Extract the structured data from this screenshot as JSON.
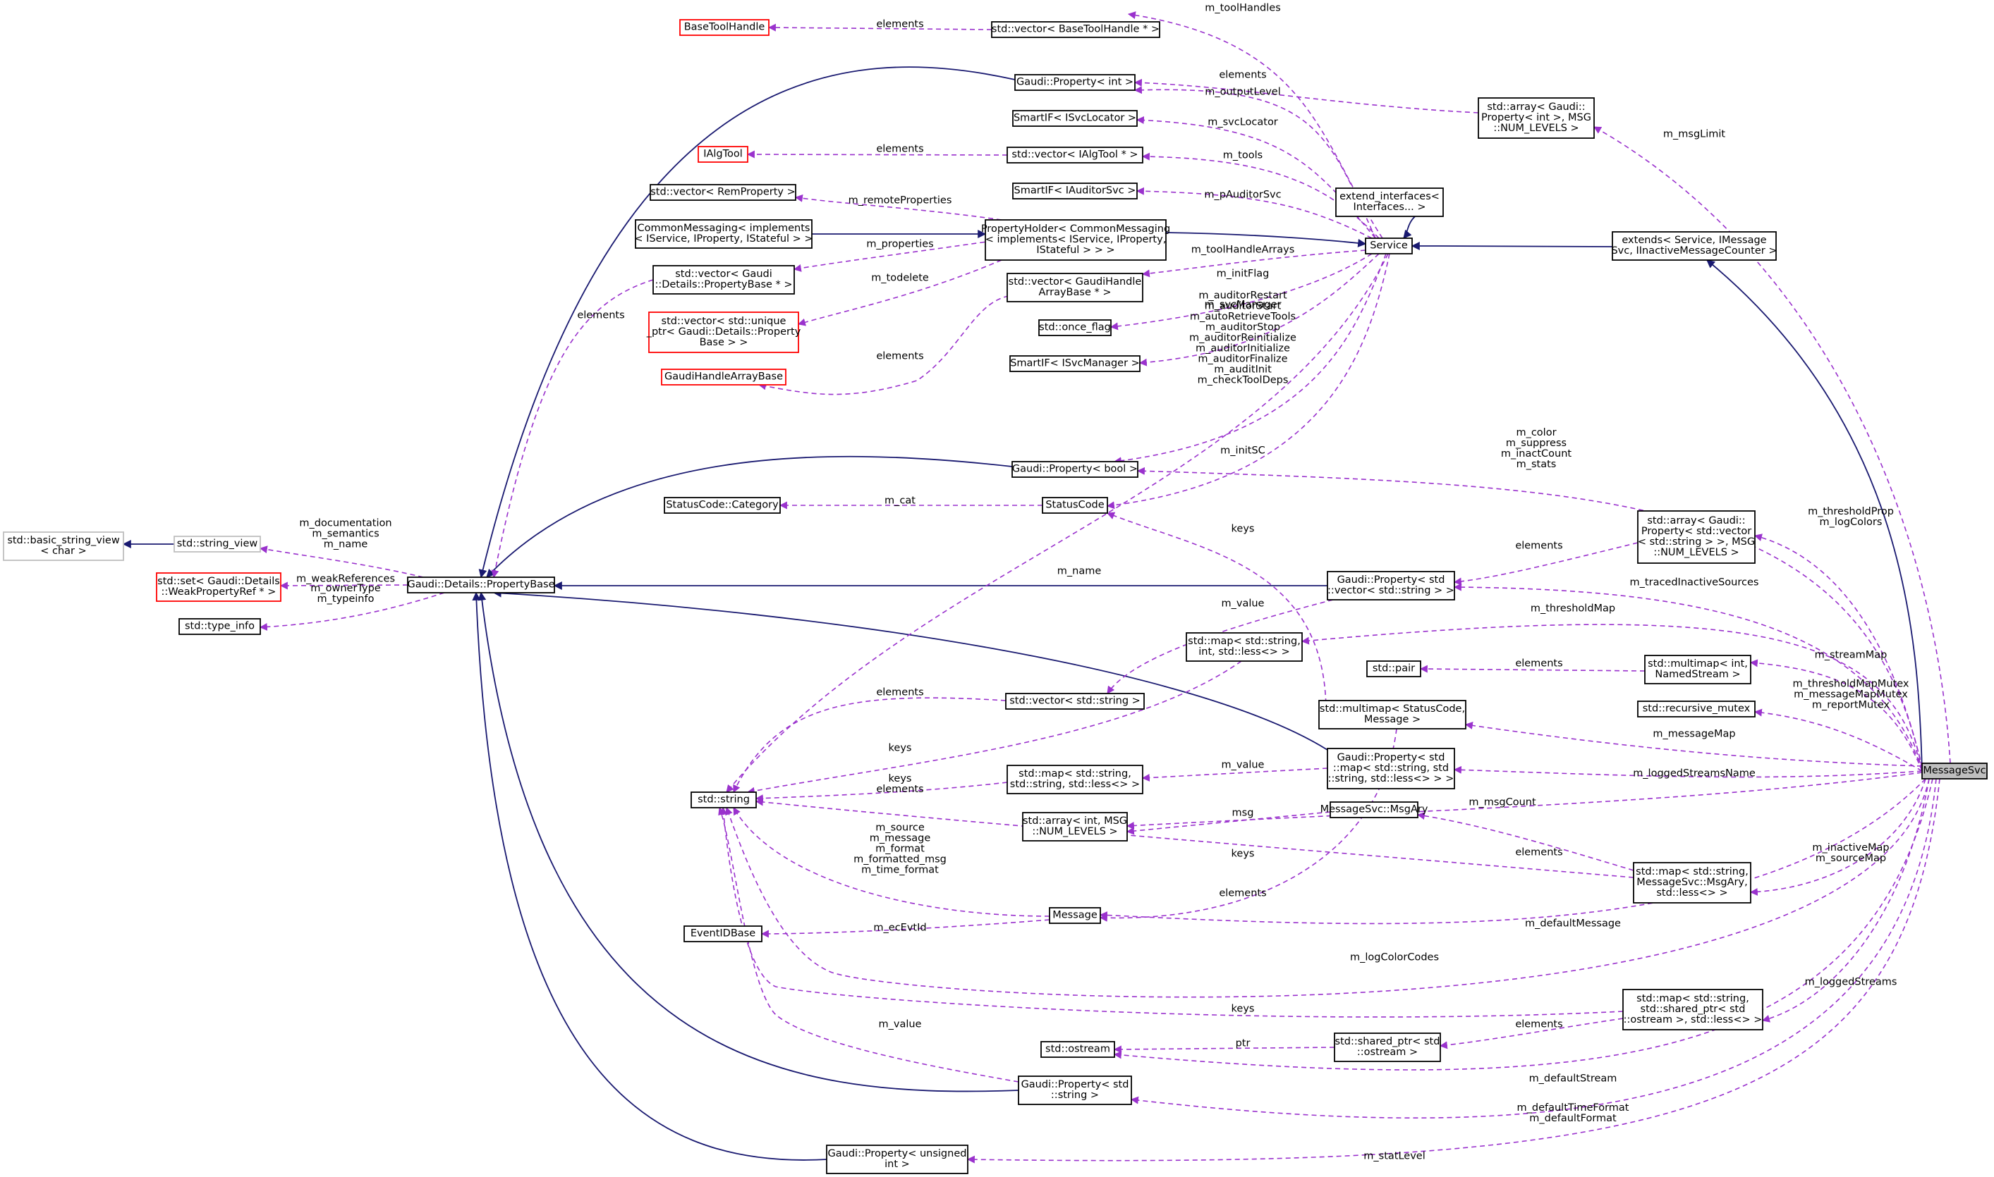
{
  "nodes": [
    {
      "id": "basic_string_view",
      "lines": [
        "std::basic_string_view",
        "< char >"
      ],
      "style": "gray"
    },
    {
      "id": "string_view",
      "lines": [
        "std::string_view"
      ],
      "style": "gray"
    },
    {
      "id": "set_weakref",
      "lines": [
        "std::set< Gaudi::Details",
        "::WeakPropertyRef * >"
      ],
      "style": "red"
    },
    {
      "id": "type_info",
      "lines": [
        "std::type_info"
      ],
      "style": "black"
    },
    {
      "id": "property_base",
      "lines": [
        "Gaudi::Details::PropertyBase"
      ],
      "style": "black"
    },
    {
      "id": "base_tool_handle",
      "lines": [
        "BaseToolHandle"
      ],
      "style": "red"
    },
    {
      "id": "ialg_tool",
      "lines": [
        "IAlgTool"
      ],
      "style": "red"
    },
    {
      "id": "vec_remprop",
      "lines": [
        "std::vector< RemProperty >"
      ],
      "style": "black"
    },
    {
      "id": "common_messaging",
      "lines": [
        "CommonMessaging< implements",
        "< IService, IProperty, IStateful > >"
      ],
      "style": "black"
    },
    {
      "id": "vec_propbase",
      "lines": [
        "std::vector< Gaudi",
        "::Details::PropertyBase * >"
      ],
      "style": "black"
    },
    {
      "id": "vec_unique",
      "lines": [
        "std::vector< std::unique",
        "_ptr< Gaudi::Details::Property",
        "Base > >"
      ],
      "style": "red"
    },
    {
      "id": "gaudi_handle_array_base",
      "lines": [
        "GaudiHandleArrayBase"
      ],
      "style": "red"
    },
    {
      "id": "vec_basetoolhandle",
      "lines": [
        "std::vector< BaseToolHandle * >"
      ],
      "style": "black"
    },
    {
      "id": "prop_int",
      "lines": [
        "Gaudi::Property< int >"
      ],
      "style": "black"
    },
    {
      "id": "smartif_svclocator",
      "lines": [
        "SmartIF< ISvcLocator >"
      ],
      "style": "black"
    },
    {
      "id": "vec_ialgtool",
      "lines": [
        "std::vector< IAlgTool * >"
      ],
      "style": "black"
    },
    {
      "id": "smartif_auditorsvc",
      "lines": [
        "SmartIF< IAuditorSvc >"
      ],
      "style": "black"
    },
    {
      "id": "property_holder",
      "lines": [
        "PropertyHolder< CommonMessaging",
        "< implements< IService, IProperty,",
        "IStateful > > >"
      ],
      "style": "black"
    },
    {
      "id": "vec_gaudihandle",
      "lines": [
        "std::vector< GaudiHandle",
        "ArrayBase * >"
      ],
      "style": "black"
    },
    {
      "id": "once_flag",
      "lines": [
        "std::once_flag"
      ],
      "style": "black"
    },
    {
      "id": "smartif_svcmanager",
      "lines": [
        "SmartIF< ISvcManager >"
      ],
      "style": "black"
    },
    {
      "id": "prop_bool",
      "lines": [
        "Gaudi::Property< bool >"
      ],
      "style": "black"
    },
    {
      "id": "statuscode_category",
      "lines": [
        "StatusCode::Category"
      ],
      "style": "black"
    },
    {
      "id": "statuscode",
      "lines": [
        "StatusCode"
      ],
      "style": "black"
    },
    {
      "id": "extend_interfaces",
      "lines": [
        "extend_interfaces<",
        "Interfaces... >"
      ],
      "style": "black"
    },
    {
      "id": "service",
      "lines": [
        "Service"
      ],
      "style": "black"
    },
    {
      "id": "array_prop_int",
      "lines": [
        "std::array< Gaudi::",
        "Property< int >, MSG",
        "::NUM_LEVELS >"
      ],
      "style": "black"
    },
    {
      "id": "extends",
      "lines": [
        "extends< Service, IMessage",
        "Svc, IInactiveMessageCounter >"
      ],
      "style": "black"
    },
    {
      "id": "prop_vec_string",
      "lines": [
        "Gaudi::Property< std",
        "::vector< std::string > >"
      ],
      "style": "black"
    },
    {
      "id": "array_prop_vec",
      "lines": [
        "std::array< Gaudi::",
        "Property< std::vector",
        "< std::string > >, MSG",
        "::NUM_LEVELS >"
      ],
      "style": "black"
    },
    {
      "id": "map_string_int",
      "lines": [
        "std::map< std::string,",
        "int, std::less<> >"
      ],
      "style": "black"
    },
    {
      "id": "std_pair",
      "lines": [
        "std::pair"
      ],
      "style": "black"
    },
    {
      "id": "multimap_named",
      "lines": [
        "std::multimap< int,",
        "NamedStream >"
      ],
      "style": "black"
    },
    {
      "id": "vec_string",
      "lines": [
        "std::vector< std::string >"
      ],
      "style": "black"
    },
    {
      "id": "multimap_status",
      "lines": [
        "std::multimap< StatusCode,",
        "Message >"
      ],
      "style": "black"
    },
    {
      "id": "recursive_mutex",
      "lines": [
        "std::recursive_mutex"
      ],
      "style": "black"
    },
    {
      "id": "map_string_string",
      "lines": [
        "std::map< std::string,",
        "std::string, std::less<> >"
      ],
      "style": "black"
    },
    {
      "id": "prop_map",
      "lines": [
        "Gaudi::Property< std",
        "::map< std::string, std",
        "::string, std::less<> > >"
      ],
      "style": "black"
    },
    {
      "id": "std_string",
      "lines": [
        "std::string"
      ],
      "style": "black"
    },
    {
      "id": "array_int",
      "lines": [
        "std::array< int, MSG",
        "::NUM_LEVELS >"
      ],
      "style": "black"
    },
    {
      "id": "msgary",
      "lines": [
        "MessageSvc::MsgAry"
      ],
      "style": "black"
    },
    {
      "id": "map_msgary",
      "lines": [
        "std::map< std::string,",
        "MessageSvc::MsgAry,",
        "std::less<> >"
      ],
      "style": "black"
    },
    {
      "id": "message_svc",
      "lines": [
        "MessageSvc"
      ],
      "style": "highlight"
    },
    {
      "id": "event_id_base",
      "lines": [
        "EventIDBase"
      ],
      "style": "black"
    },
    {
      "id": "message",
      "lines": [
        "Message"
      ],
      "style": "black"
    },
    {
      "id": "map_shared_ostream",
      "lines": [
        "std::map< std::string,",
        "std::shared_ptr< std",
        "::ostream >, std::less<> >"
      ],
      "style": "black"
    },
    {
      "id": "ostream",
      "lines": [
        "std::ostream"
      ],
      "style": "black"
    },
    {
      "id": "shared_ptr_ostream",
      "lines": [
        "std::shared_ptr< std",
        "::ostream >"
      ],
      "style": "black"
    },
    {
      "id": "prop_string",
      "lines": [
        "Gaudi::Property< std",
        "::string >"
      ],
      "style": "black"
    },
    {
      "id": "prop_unsigned",
      "lines": [
        "Gaudi::Property< unsigned",
        "int >"
      ],
      "style": "black"
    }
  ],
  "edge_labels": [
    {
      "id": "el_elements_basetool",
      "lines": [
        "elements"
      ]
    },
    {
      "id": "el_toolhandles",
      "lines": [
        "m_toolHandles"
      ]
    },
    {
      "id": "el_elements_arrayint",
      "lines": [
        "elements"
      ]
    },
    {
      "id": "el_outputlevel",
      "lines": [
        "m_outputLevel"
      ]
    },
    {
      "id": "el_svclocator",
      "lines": [
        "m_svcLocator"
      ]
    },
    {
      "id": "el_elements_ialgtool",
      "lines": [
        "elements"
      ]
    },
    {
      "id": "el_tools",
      "lines": [
        "m_tools"
      ]
    },
    {
      "id": "el_msglimit",
      "lines": [
        "m_msgLimit"
      ]
    },
    {
      "id": "el_remoteproperties",
      "lines": [
        "m_remoteProperties"
      ]
    },
    {
      "id": "el_pauditorsvc",
      "lines": [
        "m_pAuditorSvc"
      ]
    },
    {
      "id": "el_properties",
      "lines": [
        "m_properties"
      ]
    },
    {
      "id": "el_todelete",
      "lines": [
        "m_todelete"
      ]
    },
    {
      "id": "el_toolhandlearrays",
      "lines": [
        "m_toolHandleArrays"
      ]
    },
    {
      "id": "el_elements_vecprop",
      "lines": [
        "elements"
      ]
    },
    {
      "id": "el_initflag",
      "lines": [
        "m_initFlag"
      ]
    },
    {
      "id": "el_svcmanager",
      "lines": [
        "m_svcManager"
      ]
    },
    {
      "id": "el_elements_gha",
      "lines": [
        "elements"
      ]
    },
    {
      "id": "el_auditor_flags",
      "lines": [
        "m_auditorRestart",
        "m_auditorStart",
        "m_autoRetrieveTools",
        "m_auditorStop",
        "m_auditorReinitialize",
        "m_auditorInitialize",
        "m_auditorFinalize",
        "m_auditInit",
        "m_checkToolDeps"
      ]
    },
    {
      "id": "el_initsc",
      "lines": [
        "m_initSC"
      ]
    },
    {
      "id": "el_color_stats",
      "lines": [
        "m_color",
        "m_suppress",
        "m_inactCount",
        "m_stats"
      ]
    },
    {
      "id": "el_cat",
      "lines": [
        "m_cat"
      ]
    },
    {
      "id": "el_propbase_strings",
      "lines": [
        "m_documentation",
        "m_semantics",
        "m_name"
      ]
    },
    {
      "id": "el_keys_statuscode",
      "lines": [
        "keys"
      ]
    },
    {
      "id": "el_thresholdprop",
      "lines": [
        "m_thresholdProp",
        "m_logColors"
      ]
    },
    {
      "id": "el_elements_arrpropvec",
      "lines": [
        "elements"
      ]
    },
    {
      "id": "el_weakrefs",
      "lines": [
        "m_weakReferences"
      ]
    },
    {
      "id": "el_ownertype",
      "lines": [
        "m_ownerType",
        "m_typeinfo"
      ]
    },
    {
      "id": "el_name",
      "lines": [
        "m_name"
      ]
    },
    {
      "id": "el_tracedinactive",
      "lines": [
        "m_tracedInactiveSources"
      ]
    },
    {
      "id": "el_value_vecstring",
      "lines": [
        "m_value"
      ]
    },
    {
      "id": "el_thresholdmap",
      "lines": [
        "m_thresholdMap"
      ]
    },
    {
      "id": "el_streammap",
      "lines": [
        "m_streamMap"
      ]
    },
    {
      "id": "el_elements_pair",
      "lines": [
        "elements"
      ]
    },
    {
      "id": "el_elements_vecstr",
      "lines": [
        "elements"
      ]
    },
    {
      "id": "el_mutexes",
      "lines": [
        "m_thresholdMapMutex",
        "m_messageMapMutex",
        "m_reportMutex"
      ]
    },
    {
      "id": "el_keys_map",
      "lines": [
        "keys"
      ]
    },
    {
      "id": "el_messagemap",
      "lines": [
        "m_messageMap"
      ]
    },
    {
      "id": "el_value_map",
      "lines": [
        "m_value"
      ]
    },
    {
      "id": "el_keys_elements",
      "lines": [
        "keys",
        "elements"
      ]
    },
    {
      "id": "el_loggedstreamsname",
      "lines": [
        "m_loggedStreamsName"
      ]
    },
    {
      "id": "el_msgcount",
      "lines": [
        "m_msgCount"
      ]
    },
    {
      "id": "el_msg",
      "lines": [
        "msg"
      ]
    },
    {
      "id": "el_keys_msgary",
      "lines": [
        "keys"
      ]
    },
    {
      "id": "el_elements_msgary",
      "lines": [
        "elements"
      ]
    },
    {
      "id": "el_message_strings",
      "lines": [
        "m_source",
        "m_message",
        "m_format",
        "m_formatted_msg",
        "m_time_format"
      ]
    },
    {
      "id": "el_inactivemap",
      "lines": [
        "m_inactiveMap",
        "m_sourceMap"
      ]
    },
    {
      "id": "el_elements_message",
      "lines": [
        "elements"
      ]
    },
    {
      "id": "el_defaultmessage",
      "lines": [
        "m_defaultMessage"
      ]
    },
    {
      "id": "el_ecevtid",
      "lines": [
        "m_ecEvtId"
      ]
    },
    {
      "id": "el_logcolorcodes",
      "lines": [
        "m_logColorCodes"
      ]
    },
    {
      "id": "el_loggedstreams",
      "lines": [
        "m_loggedStreams"
      ]
    },
    {
      "id": "el_keys_ostream",
      "lines": [
        "keys"
      ]
    },
    {
      "id": "el_elements_shared",
      "lines": [
        "elements"
      ]
    },
    {
      "id": "el_value_propstring",
      "lines": [
        "m_value"
      ]
    },
    {
      "id": "el_ptr",
      "lines": [
        "ptr"
      ]
    },
    {
      "id": "el_defaultstream",
      "lines": [
        "m_defaultStream"
      ]
    },
    {
      "id": "el_timeformat",
      "lines": [
        "m_defaultTimeFormat",
        "m_defaultFormat"
      ]
    },
    {
      "id": "el_statlevel",
      "lines": [
        "m_statLevel"
      ]
    }
  ],
  "colors": {
    "usage_edge": "#9a32cd",
    "inheritance_edge": "#191970",
    "red_node_border": "#ff0000",
    "gray_node_border": "#bfbfbf",
    "highlight_fill": "#bfbfbf"
  }
}
